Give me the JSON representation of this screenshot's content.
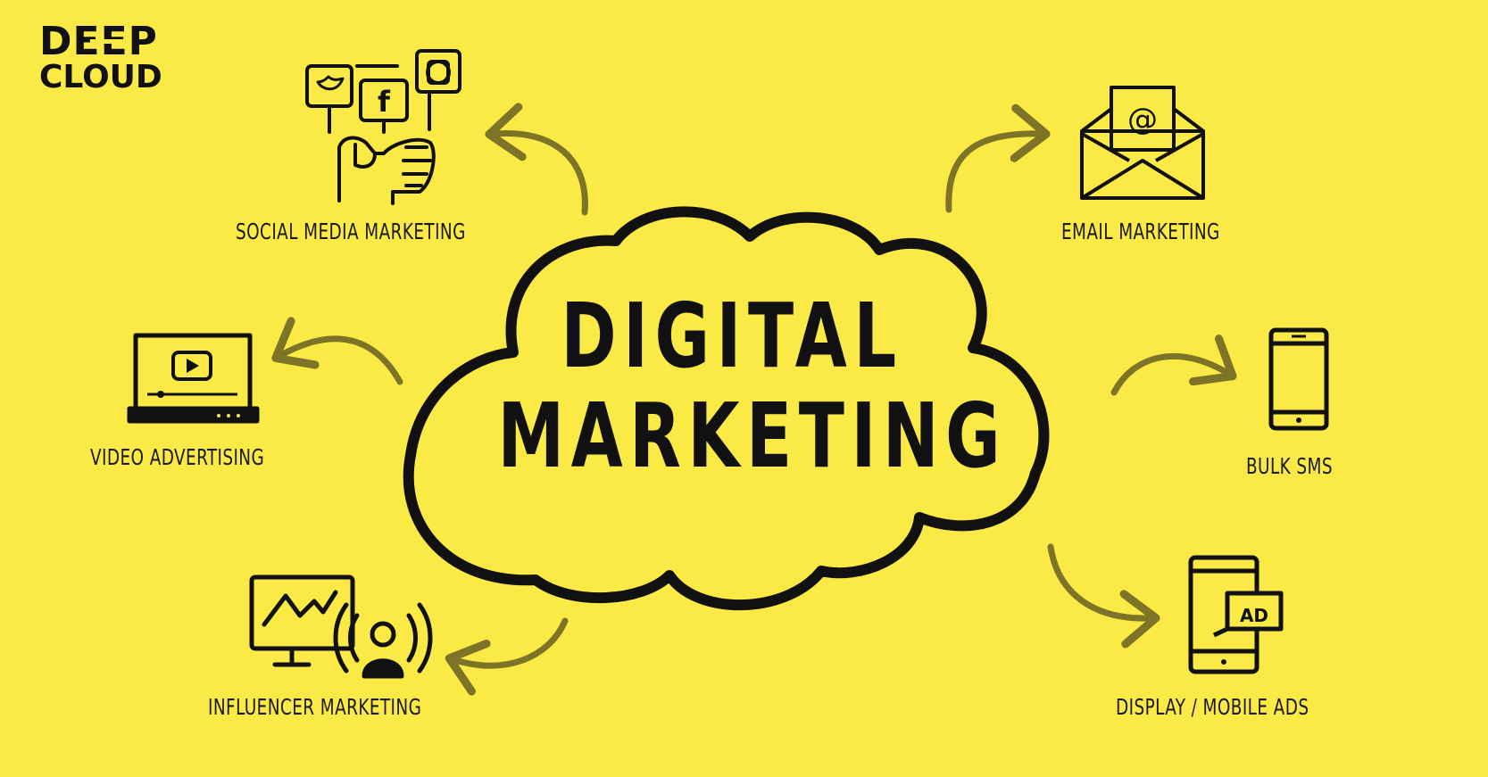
{
  "logo": {
    "line1": "DEEP",
    "line2": "CLOUD"
  },
  "center": {
    "line1": "DIGITAL",
    "line2": "MARKETING"
  },
  "channels": [
    {
      "label": "SOCIAL MEDIA MARKETING",
      "icon": "social-media-icon"
    },
    {
      "label": "EMAIL MARKETING",
      "icon": "email-envelope-icon"
    },
    {
      "label": "VIDEO ADVERTISING",
      "icon": "video-laptop-icon"
    },
    {
      "label": "BULK SMS",
      "icon": "smartphone-icon"
    },
    {
      "label": "INFLUENCER MARKETING",
      "icon": "influencer-broadcast-icon"
    },
    {
      "label": "DISPLAY / MOBILE ADS",
      "icon": "mobile-ad-icon"
    }
  ],
  "colors": {
    "background": "#fbea45",
    "ink": "#111111",
    "arrow": "#7d7427"
  }
}
